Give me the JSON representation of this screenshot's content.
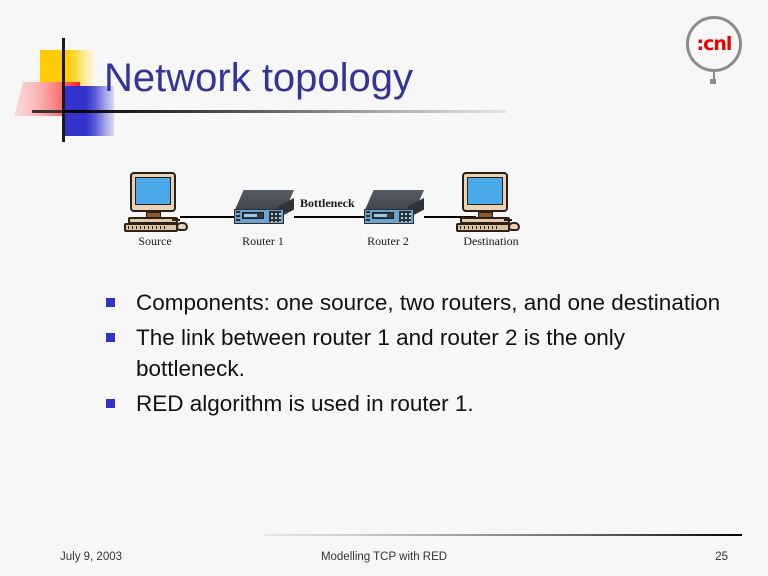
{
  "slide": {
    "title": "Network topology",
    "background_color": "#F7F7F7",
    "title_color": "#333399",
    "accent_color": "#3333CC"
  },
  "logo": {
    "name": "cnl-lab-logo",
    "text": ":cnl",
    "text_color": "#EE0000",
    "ring_color": "#8C8C8C"
  },
  "decoration": {
    "yellow_color": "#FFCC00",
    "blue_color": "#3333CC",
    "red_color": "#FF2020"
  },
  "diagram": {
    "nodes": [
      {
        "id": "source",
        "type": "computer",
        "label": "Source"
      },
      {
        "id": "router1",
        "type": "router",
        "label": "Router 1"
      },
      {
        "id": "router2",
        "type": "router",
        "label": "Router 2"
      },
      {
        "id": "destination",
        "type": "computer",
        "label": "Destination"
      }
    ],
    "links": [
      {
        "from": "source",
        "to": "router1",
        "label": ""
      },
      {
        "from": "router1",
        "to": "router2",
        "label": "Bottleneck"
      },
      {
        "from": "router2",
        "to": "destination",
        "label": ""
      }
    ],
    "link_label": "Bottleneck",
    "screen_color": "#4BA9EA",
    "case_color": "#E8D3B6",
    "router_front_color": "#6FA3CF",
    "router_top_color": "#3E444A"
  },
  "bullets": [
    "Components: one source, two routers, and one destination",
    "The link between router 1 and router 2 is the only bottleneck.",
    "RED algorithm is used in router 1."
  ],
  "footer": {
    "date": "July 9, 2003",
    "center": "Modelling TCP with RED",
    "page": "25"
  }
}
